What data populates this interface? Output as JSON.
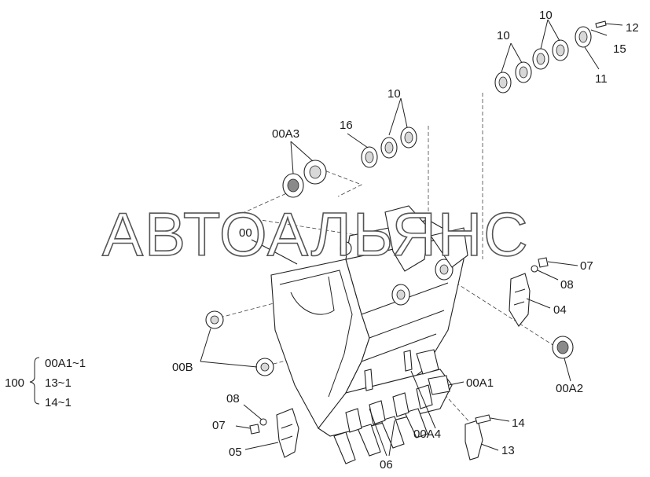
{
  "watermark": "АВТОАЛЬЯНС",
  "callouts": {
    "c10_top": "10",
    "c12": "12",
    "c15": "15",
    "c11": "11",
    "c10_left": "10",
    "c10_mid": "10",
    "c16": "16",
    "c00A3": "00A3",
    "c00": "00",
    "c07_right": "07",
    "c08_right": "08",
    "c04": "04",
    "c00B": "00B",
    "c00A1": "00A1",
    "c00A2": "00A2",
    "c08_left": "08",
    "c07_left": "07",
    "c05": "05",
    "c14": "14",
    "c00A4": "00A4",
    "c13": "13",
    "c06": "06"
  },
  "kit": {
    "number": "100",
    "items": [
      "00A1~1",
      "13~1",
      "14~1"
    ]
  }
}
